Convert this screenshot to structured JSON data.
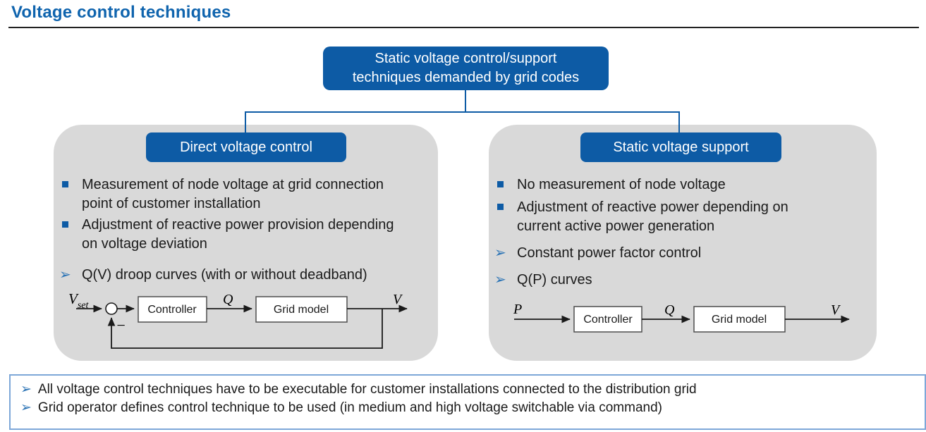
{
  "page": {
    "title": "Voltage control techniques"
  },
  "root_box": {
    "text": "Static voltage control/support\ntechniques demanded by grid codes"
  },
  "panels": {
    "left": {
      "header": "Direct voltage control",
      "bullets": [
        {
          "icon": "square-bullet",
          "text": "Measurement of node voltage at grid connection\npoint of customer installation"
        },
        {
          "icon": "square-bullet",
          "text": "Adjustment of reactive power provision depending\non voltage deviation"
        },
        {
          "icon": "arrow-bullet",
          "text": "Q(V) droop curves (with or without deadband)"
        }
      ],
      "diagram": {
        "input_label": "V",
        "input_sub": "set",
        "minus": "−",
        "controller": "Controller",
        "signal_label": "Q",
        "grid_model": "Grid model",
        "output_label": "V"
      }
    },
    "right": {
      "header": "Static voltage support",
      "bullets": [
        {
          "icon": "square-bullet",
          "text": "No measurement of node voltage"
        },
        {
          "icon": "square-bullet",
          "text": "Adjustment of reactive power depending on\ncurrent active power generation"
        },
        {
          "icon": "arrow-bullet",
          "text": "Constant power factor control"
        },
        {
          "icon": "arrow-bullet",
          "text": "Q(P) curves"
        }
      ],
      "diagram": {
        "input_label": "P",
        "controller": "Controller",
        "signal_label": "Q",
        "grid_model": "Grid model",
        "output_label": "V"
      }
    }
  },
  "footer": {
    "items": [
      "All voltage control techniques have to be executable for customer installations connected to the distribution grid",
      "Grid operator defines control technique to be used (in medium and high voltage switchable via command)"
    ]
  },
  "icons": {
    "bullet_arrow": "➢",
    "bullet_square": "▪"
  },
  "colors": {
    "accent_blue": "#0d5ba5",
    "title_blue": "#0f64ae",
    "panel_gray": "#d9d9d9",
    "footer_border_blue": "#7da7d8",
    "arrow_glyph_blue": "#2e75b6",
    "title_rule": "#222222",
    "text": "#1a1a1a"
  }
}
